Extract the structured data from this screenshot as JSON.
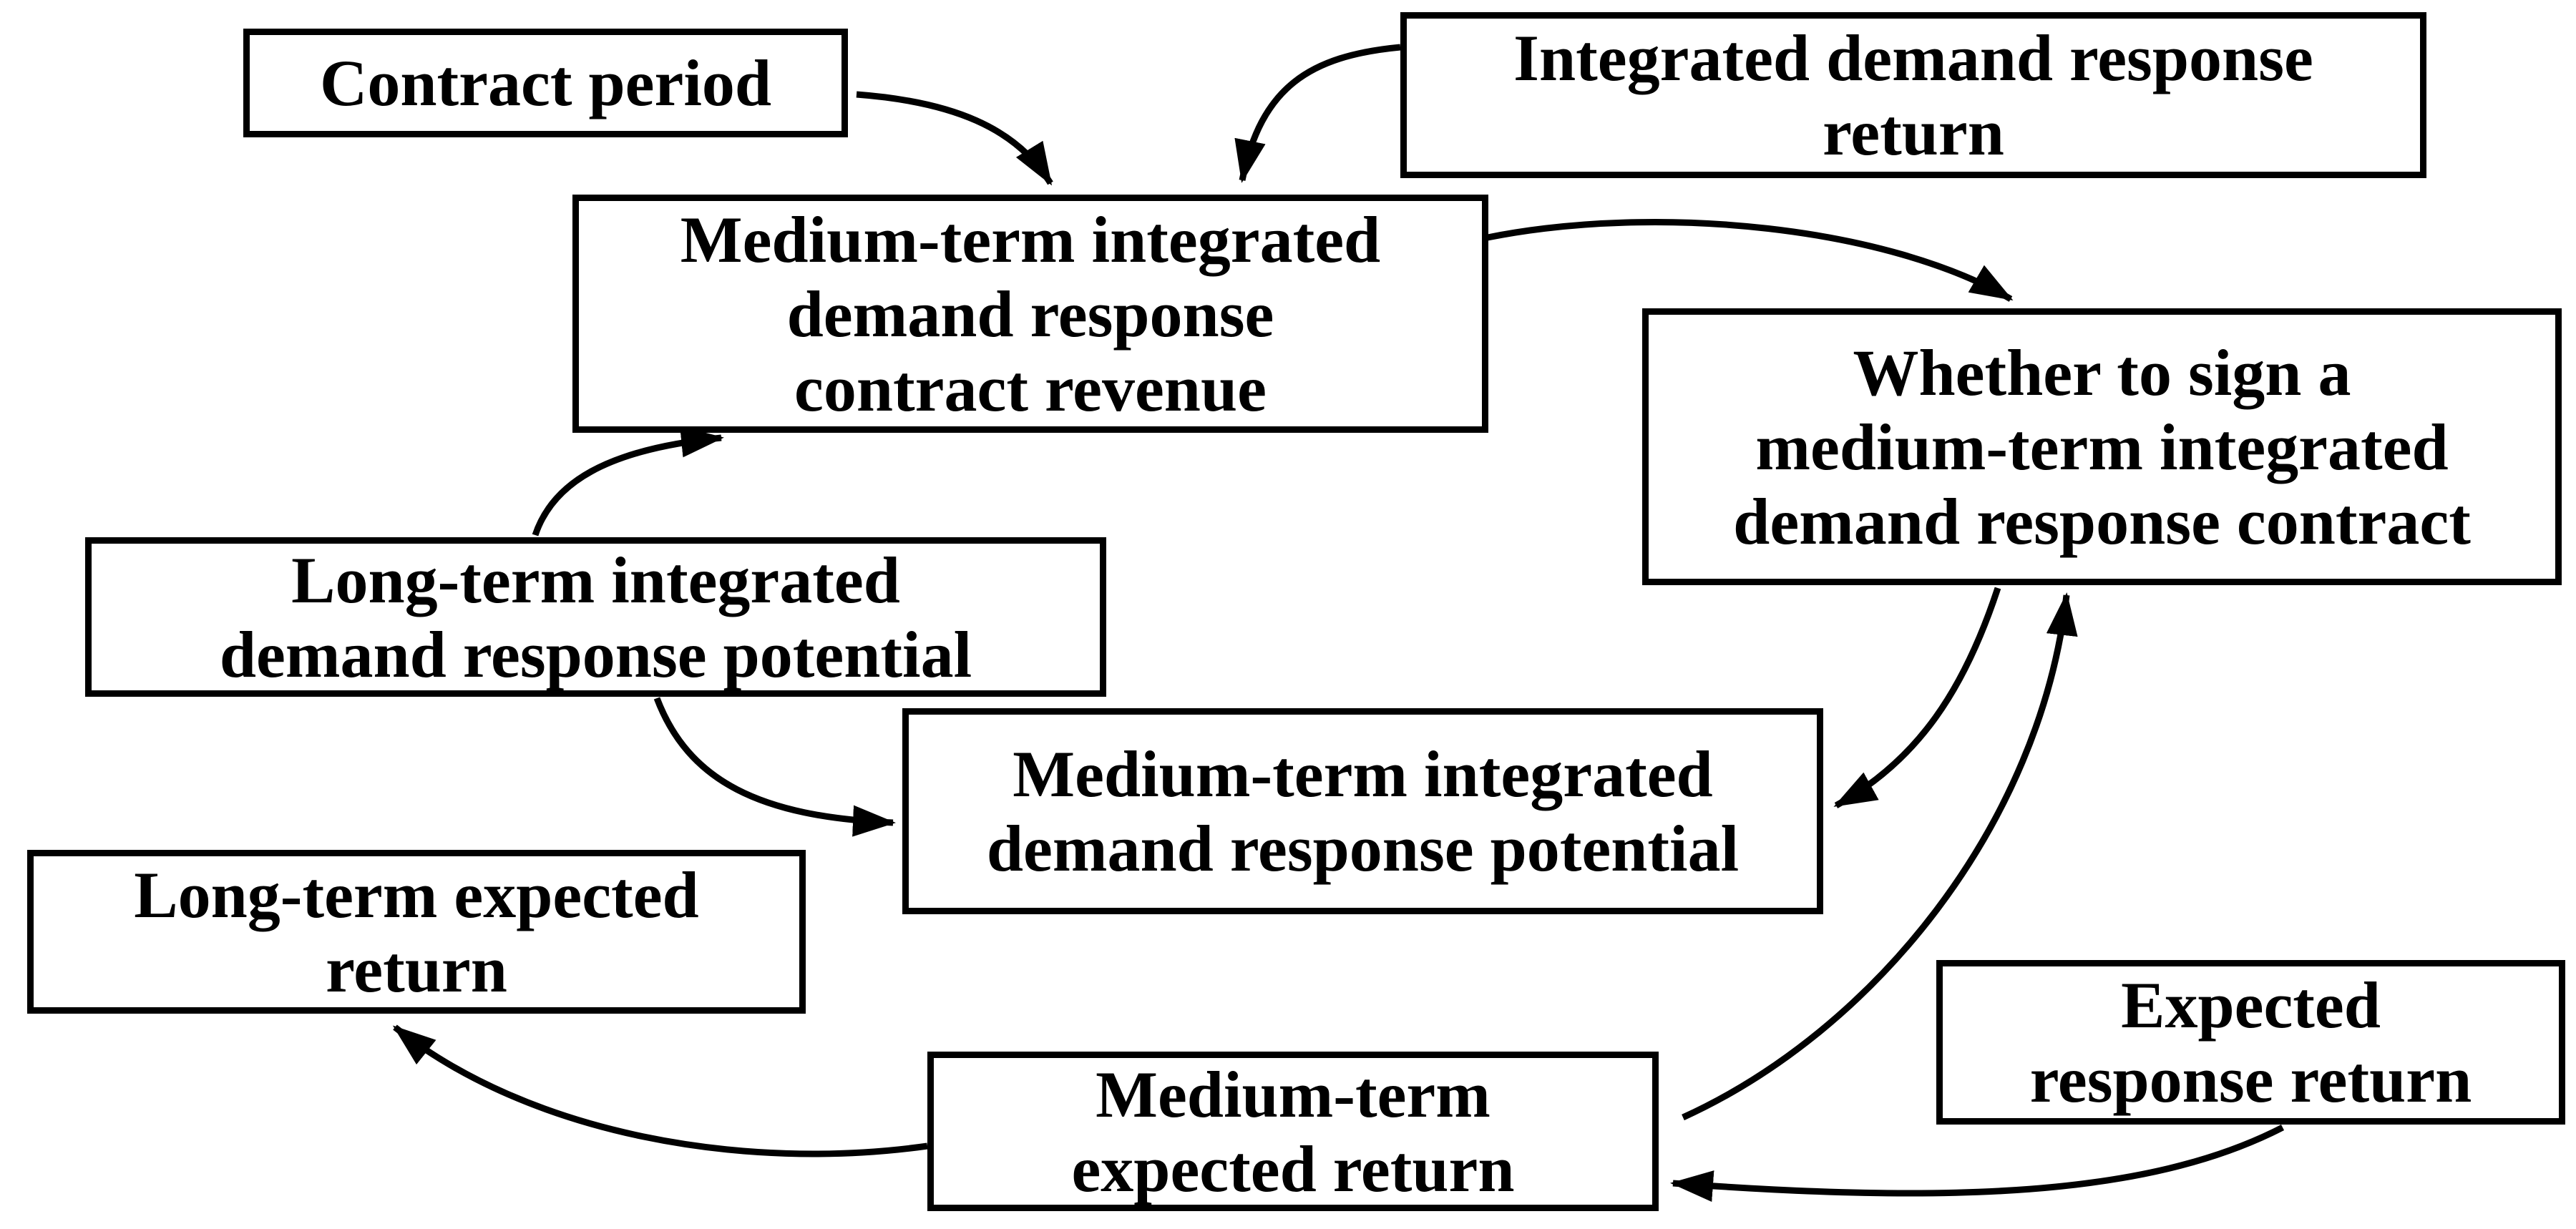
{
  "diagram": {
    "background_color": "#ffffff",
    "line_color": "#000000",
    "nodes": [
      {
        "id": "contract-period",
        "label": "Contract period"
      },
      {
        "id": "integrated-return",
        "label": "Integrated demand response\nreturn"
      },
      {
        "id": "medium-revenue",
        "label": "Medium-term integrated\ndemand response\ncontract revenue"
      },
      {
        "id": "whether-sign",
        "label": "Whether to sign a\nmedium-term integrated\ndemand response contract"
      },
      {
        "id": "long-potential",
        "label": "Long-term integrated\ndemand response potential"
      },
      {
        "id": "medium-potential",
        "label": "Medium-term integrated\ndemand response potential"
      },
      {
        "id": "long-expected",
        "label": "Long-term expected\nreturn"
      },
      {
        "id": "expected-response",
        "label": "Expected\nresponse return"
      },
      {
        "id": "medium-expected",
        "label": "Medium-term\nexpected return"
      }
    ],
    "edges": [
      {
        "from": "contract-period",
        "to": "medium-revenue"
      },
      {
        "from": "integrated-return",
        "to": "medium-revenue"
      },
      {
        "from": "medium-revenue",
        "to": "whether-sign"
      },
      {
        "from": "long-potential",
        "to": "medium-revenue"
      },
      {
        "from": "long-potential",
        "to": "medium-potential"
      },
      {
        "from": "whether-sign",
        "to": "medium-potential"
      },
      {
        "from": "medium-expected",
        "to": "whether-sign"
      },
      {
        "from": "medium-expected",
        "to": "long-expected"
      },
      {
        "from": "expected-response",
        "to": "medium-expected"
      }
    ]
  }
}
